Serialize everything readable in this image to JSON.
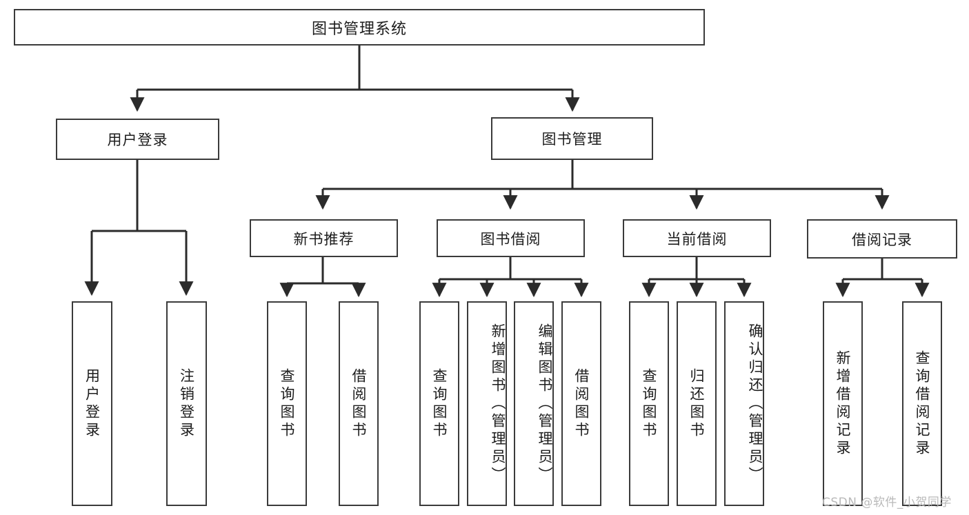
{
  "diagram": {
    "type": "hierarchy-tree",
    "root": {
      "label": "图书管理系统"
    },
    "level2": [
      {
        "label": "用户登录"
      },
      {
        "label": "图书管理"
      }
    ],
    "level3": [
      {
        "label": "新书推荐"
      },
      {
        "label": "图书借阅"
      },
      {
        "label": "当前借阅"
      },
      {
        "label": "借阅记录"
      }
    ],
    "leaves": {
      "user_login": [
        {
          "label": "用户登录"
        },
        {
          "label": "注销登录"
        }
      ],
      "new_book_recommend": [
        {
          "label": "查询图书"
        },
        {
          "label": "借阅图书"
        }
      ],
      "book_borrow": [
        {
          "label": "查询图书"
        },
        {
          "label": "新增图书（管理员）"
        },
        {
          "label": "编辑图书（管理员）"
        },
        {
          "label": "借阅图书"
        }
      ],
      "current_borrow": [
        {
          "label": "查询图书"
        },
        {
          "label": "归还图书"
        },
        {
          "label": "确认归还（管理员）"
        }
      ],
      "borrow_record": [
        {
          "label": "新增借阅记录"
        },
        {
          "label": "查询借阅记录"
        }
      ]
    }
  },
  "watermark": {
    "text": "CSDN @软件_小贺同学"
  },
  "colors": {
    "border": "#3a3a3a",
    "background": "#ffffff",
    "text": "#1c1c1c",
    "watermark": "#b9b9b9"
  }
}
